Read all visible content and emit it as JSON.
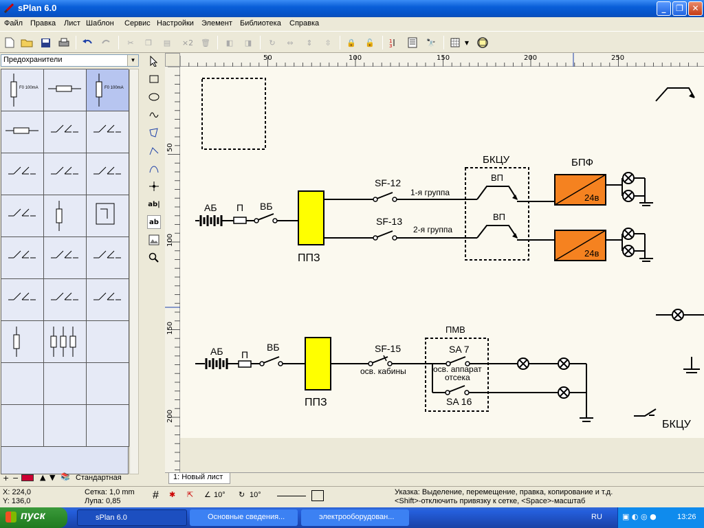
{
  "window": {
    "title": "sPlan 6.0"
  },
  "menu": [
    "Файл",
    "Правка",
    "Лист",
    "Шаблон",
    "Сервис",
    "Настройки",
    "Элемент",
    "Библиотека",
    "Справка"
  ],
  "toolbar": {
    "multiply_label": "×2"
  },
  "library": {
    "selected": "Предохранители",
    "fuse_labels": [
      "F0",
      "100mA"
    ],
    "footer_label": "Стандартная"
  },
  "tools": {
    "text1": "ab|",
    "text2": "ab"
  },
  "ruler": {
    "top": [
      "50",
      "100",
      "150",
      "200",
      "250"
    ],
    "left": [
      "50",
      "100",
      "150",
      "200"
    ]
  },
  "schematic": {
    "top": {
      "ab": "АБ",
      "p": "П",
      "vb": "ВБ",
      "ppz": "ППЗ",
      "sf12": "SF-12",
      "sf13": "SF-13",
      "group1": "1-я группа",
      "group2": "2-я группа",
      "bkcu": "БКЦУ",
      "vp1": "ВП",
      "vp2": "ВП",
      "bpf": "БПФ",
      "v24a": "24в",
      "v24b": "24в"
    },
    "bottom": {
      "ab": "АБ",
      "p": "П",
      "vb": "ВБ",
      "ppz": "ППЗ",
      "sf15": "SF-15",
      "cabin": "осв. кабины",
      "pmv": "ПМВ",
      "sa7": "SA 7",
      "sa16": "SA 16",
      "compart1": "осв. аппарат",
      "compart2": "отсека",
      "bkcu": "БКЦУ"
    }
  },
  "sheet_tab": "1: Новый лист",
  "status": {
    "x": "X: 224,0",
    "y": "Y: 136,0",
    "grid": "Сетка:  1,0 mm",
    "zoom": "Лупа:   0,85",
    "angle1": "10°",
    "angle2": "10°",
    "hint1": "Указка: Выделение, перемещение, правка, копирование и т.д.",
    "hint2": "<Shift>-отключить привязку к сетке, <Space>-масштаб"
  },
  "taskbar": {
    "start": "пуск",
    "tasks": [
      "sPlan 6.0",
      "Основные сведения...",
      "электрооборудован..."
    ],
    "lang": "RU",
    "time": "13:26"
  },
  "colors": {
    "ppz": "#ffff00",
    "bpf": "#f58220",
    "title": "#0a5fd8"
  }
}
